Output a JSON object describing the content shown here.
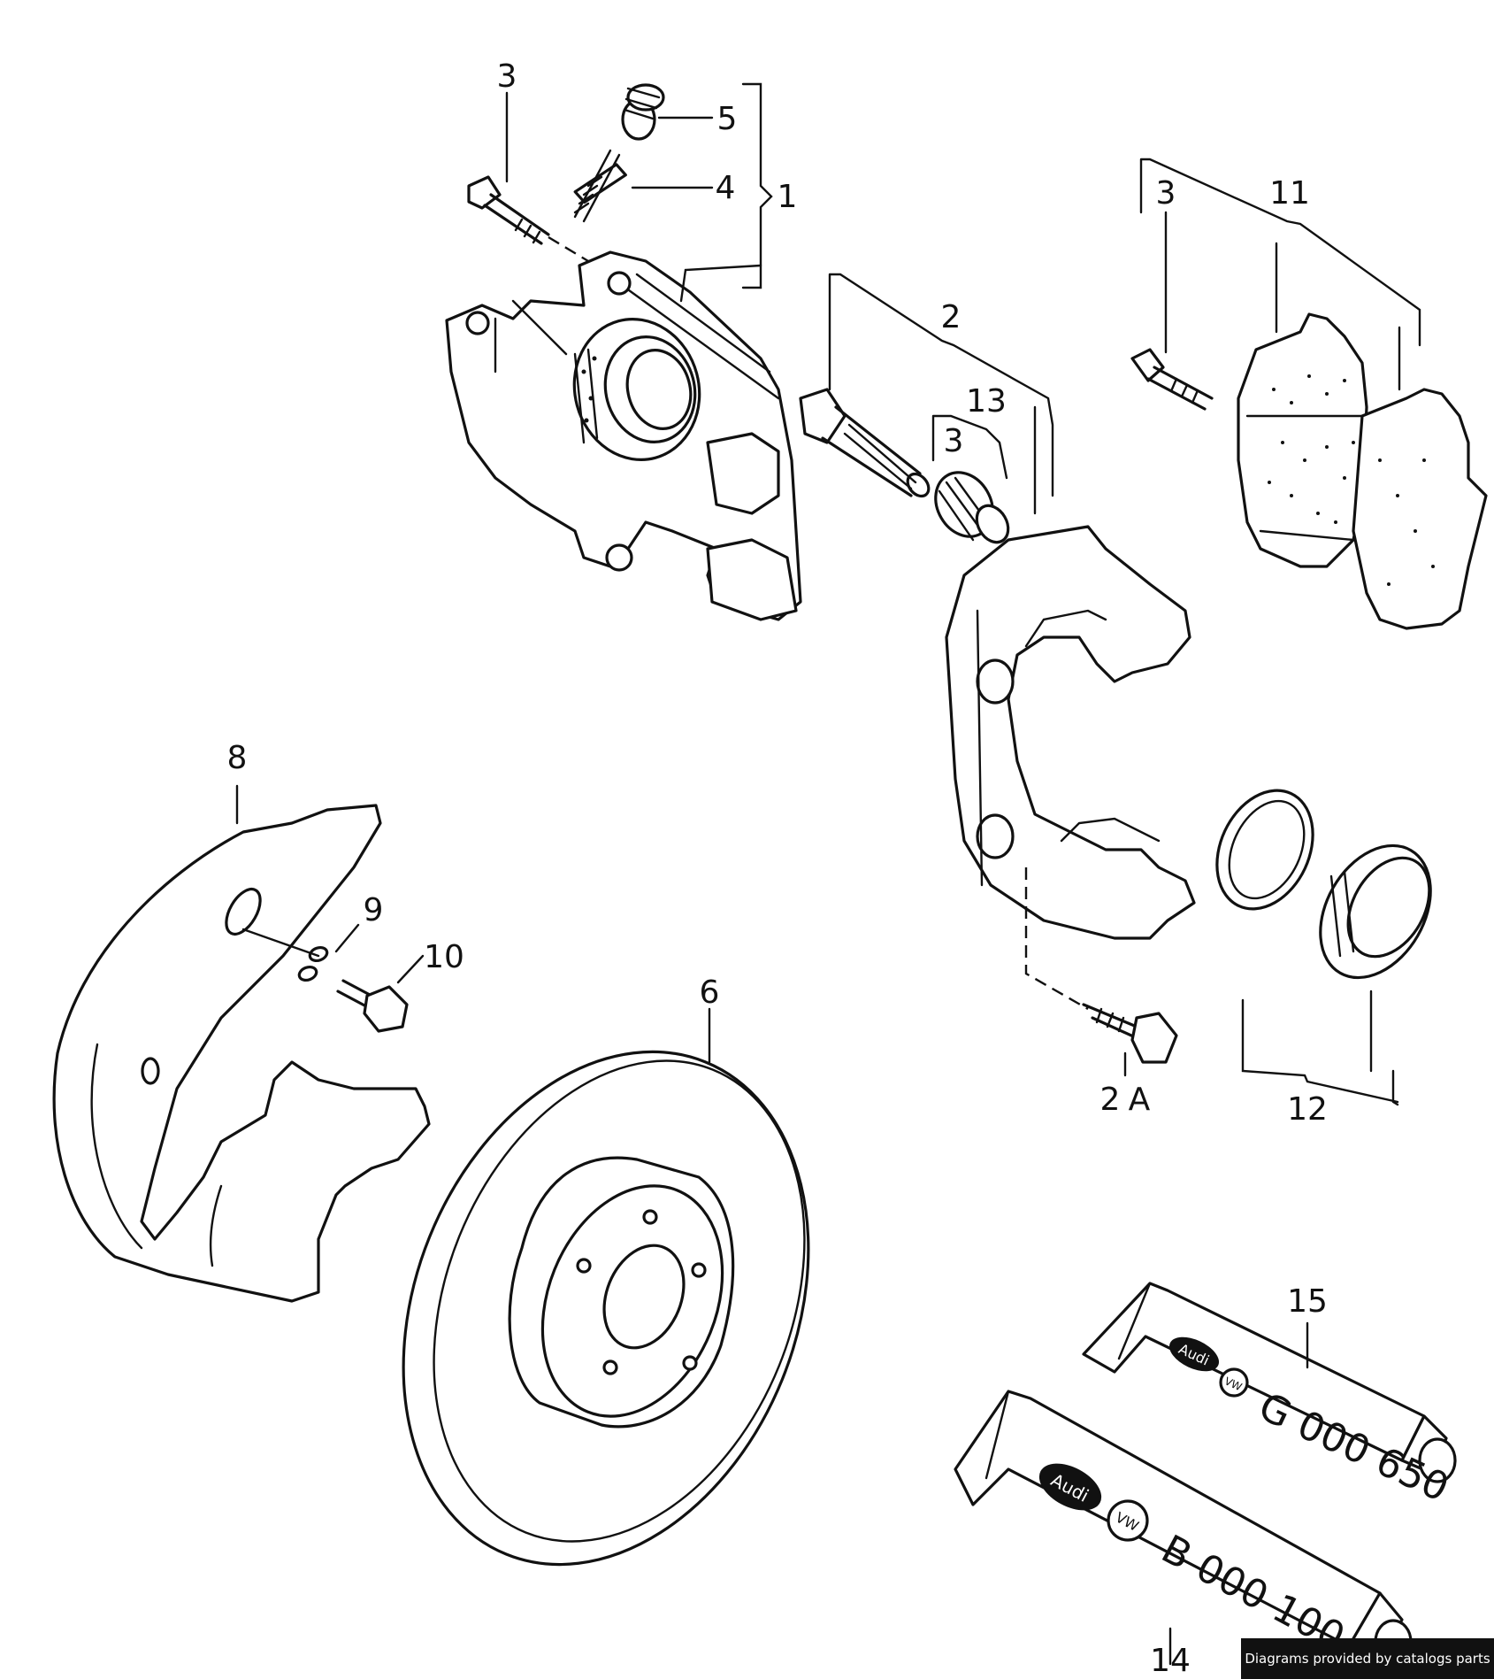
{
  "callouts": {
    "c1": "1",
    "c2": "2",
    "c2a": "2",
    "c3a": "3",
    "c3b": "3",
    "c3c": "3",
    "c4": "4",
    "c5": "5",
    "c6": "6",
    "c8": "8",
    "c9": "9",
    "c10": "10",
    "c11": "11",
    "c12": "12",
    "c13": "13",
    "c14": "14",
    "c15": "15",
    "letterA": "A"
  },
  "tubes": {
    "upper_code": "G 000 650",
    "lower_code": "B 000 100",
    "brand_logo": "Audi",
    "vw_logo": "VW"
  },
  "credit": "Diagrams provided by catalogs parts"
}
